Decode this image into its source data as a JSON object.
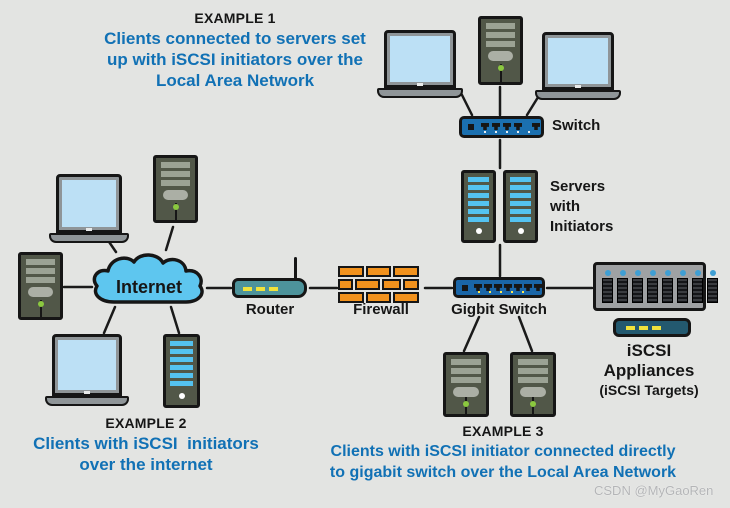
{
  "examples": {
    "example1": {
      "label": "EXAMPLE 1",
      "description": "Clients connected to servers set\nup with iSCSI initiators over the\nLocal Area Network"
    },
    "example2": {
      "label": "EXAMPLE 2",
      "description": "Clients with iSCSI  initiators\nover the internet"
    },
    "example3": {
      "label": "EXAMPLE 3",
      "description": "Clients with iSCSI initiator connected directly\nto gigabit switch over the Local Area Network"
    }
  },
  "nodes": {
    "internet": "Internet",
    "router": "Router",
    "firewall": "Firewall",
    "switch": "Switch",
    "gigbit_switch": "Gigbit Switch",
    "servers_with_initiators": "Servers\nwith\nInitiators",
    "iscsi_appliances": "iSCSI Appliances",
    "iscsi_targets": "(iSCSI Targets)"
  },
  "watermark": "CSDN @MyGaoRen",
  "colors": {
    "background": "#e3e4e2",
    "heading_blue": "#1171b5",
    "text_black": "#161616",
    "cloud_blue": "#5ec6ef",
    "switch_blue": "#1b70b0",
    "router_teal": "#4d939b",
    "appliance_teal": "#23596f",
    "firewall_orange": "#f2921d",
    "server_olive": "#515748",
    "stripe_blue": "#54c2f0",
    "led_green": "#8bc83f"
  }
}
